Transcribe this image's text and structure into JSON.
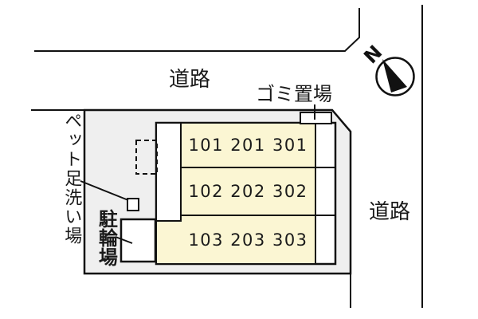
{
  "plan": {
    "labels": {
      "road_top": "道路",
      "road_right": "道路",
      "garbage": "ゴミ置場",
      "pet_wash": "ペット足洗い場",
      "bicycle_parking": "駐輪場",
      "compass_north": "N"
    },
    "rooms": [
      {
        "label": "101 201 301"
      },
      {
        "label": "102 202 302"
      },
      {
        "label": "103 203 303"
      }
    ],
    "colors": {
      "room_fill": "#FBF6D3",
      "site_fill": "#EFEFEF",
      "line": "#111111"
    }
  }
}
